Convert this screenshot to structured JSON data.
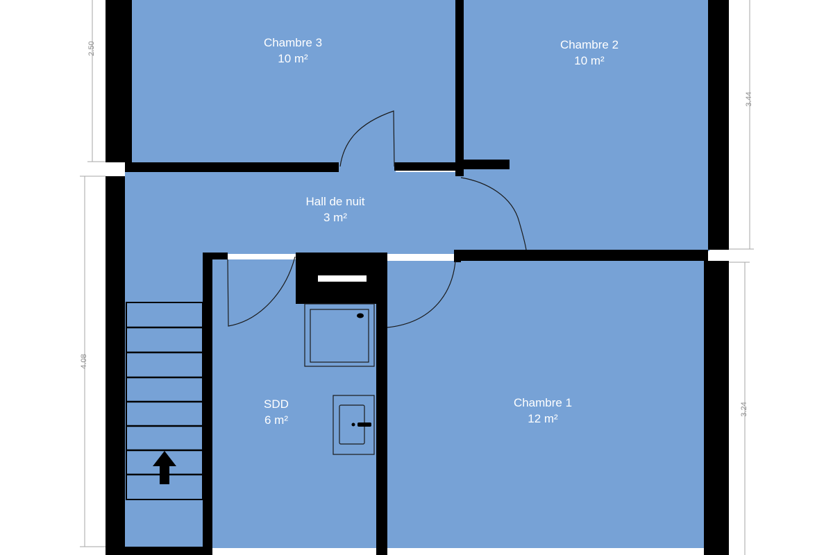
{
  "rooms": [
    {
      "id": "chambre-3",
      "name": "Chambre 3",
      "area": "10 m²",
      "fill": "#77a2d6"
    },
    {
      "id": "chambre-2",
      "name": "Chambre 2",
      "area": "10 m²",
      "fill": "#77a2d6"
    },
    {
      "id": "hall-de-nuit",
      "name": "Hall de nuit",
      "area": "3 m²",
      "fill": "#77a2d6"
    },
    {
      "id": "sdd",
      "name": "SDD",
      "area": "6 m²",
      "fill": "#77a2d6"
    },
    {
      "id": "chambre-1",
      "name": "Chambre 1",
      "area": "12 m²",
      "fill": "#77a2d6"
    }
  ],
  "dimensions": {
    "left_top": "2.50",
    "left_bottom": "4.08",
    "right_top": "3.44",
    "right_bottom": "3.24"
  },
  "colors": {
    "room_fill": "#77a2d6",
    "wall": "#000000",
    "dimension": "#a6a6a6",
    "label": "#ffffff"
  },
  "icons": {
    "stair_direction": "arrow-up-icon"
  }
}
